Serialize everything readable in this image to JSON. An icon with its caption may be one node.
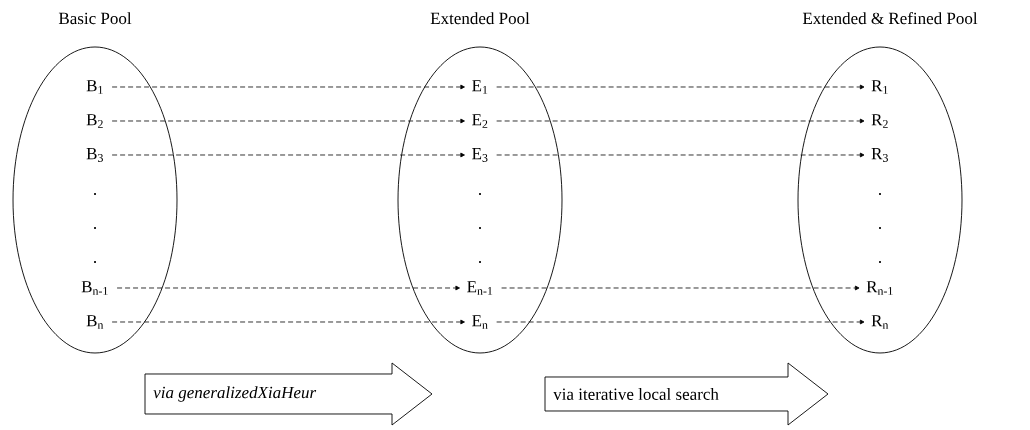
{
  "diagram": {
    "nodes": [
      {
        "text": [
          "Basic Pool"
        ]
      },
      {
        "text": [
          "B$_{1}$"
        ],
        "in": 0
      },
      {
        "text": [
          "B$_{2}$"
        ],
        "in": 0
      },
      {
        "text": [
          "B$_{3}$"
        ],
        "in": 0
      },
      {
        "text": [
          "B$_{n-1}$"
        ],
        "in": 0
      },
      {
        "text": [
          "B$_{n}$"
        ],
        "in": 0
      },
      {
        "text": [
          "Extended Pool"
        ]
      },
      {
        "text": [
          "E$_{1}$"
        ],
        "in": 6
      },
      {
        "text": [
          "E$_{2}$"
        ],
        "in": 6
      },
      {
        "text": [
          "E$_{3}$"
        ],
        "in": 6
      },
      {
        "text": [
          "E$_{n-1}$"
        ],
        "in": 6
      },
      {
        "text": [
          "E$_{n}$"
        ],
        "in": 6
      },
      {
        "text": [
          "Extended & Refined Pool"
        ]
      },
      {
        "text": [
          "R$_{1}$"
        ],
        "in": 12
      },
      {
        "text": [
          "R$_{2}$"
        ],
        "in": 12
      },
      {
        "text": [
          "R$_{3}$"
        ],
        "in": 12
      },
      {
        "text": [
          "R$_{n-1}$"
        ],
        "in": 12
      },
      {
        "text": [
          "R$_{n}$"
        ],
        "in": 12
      },
      {
        "text": [
          "via generalizedXiaHeur"
        ]
      },
      {
        "text": [
          "via iterative local search"
        ]
      }
    ],
    "edges": [
      {
        "from": 1,
        "to": 7,
        "arrow": "to",
        "style": "dashed"
      },
      {
        "from": 2,
        "to": 8,
        "arrow": "to",
        "style": "dashed"
      },
      {
        "from": 3,
        "to": 9,
        "arrow": "to",
        "style": "dashed"
      },
      {
        "from": 4,
        "to": 10,
        "arrow": "to",
        "style": "dashed"
      },
      {
        "from": 5,
        "to": 11,
        "arrow": "to",
        "style": "dashed"
      },
      {
        "from": 7,
        "to": 13,
        "arrow": "to",
        "style": "dashed"
      },
      {
        "from": 8,
        "to": 14,
        "arrow": "to",
        "style": "dashed"
      },
      {
        "from": 9,
        "to": 15,
        "arrow": "to",
        "style": "dashed"
      },
      {
        "from": 10,
        "to": 16,
        "arrow": "to",
        "style": "dashed"
      },
      {
        "from": 11,
        "to": 17,
        "arrow": "to",
        "style": "dashed"
      }
    ],
    "labels": [
      ".",
      ".",
      ".",
      ".",
      ".",
      ".",
      ".",
      ".",
      "."
    ]
  }
}
